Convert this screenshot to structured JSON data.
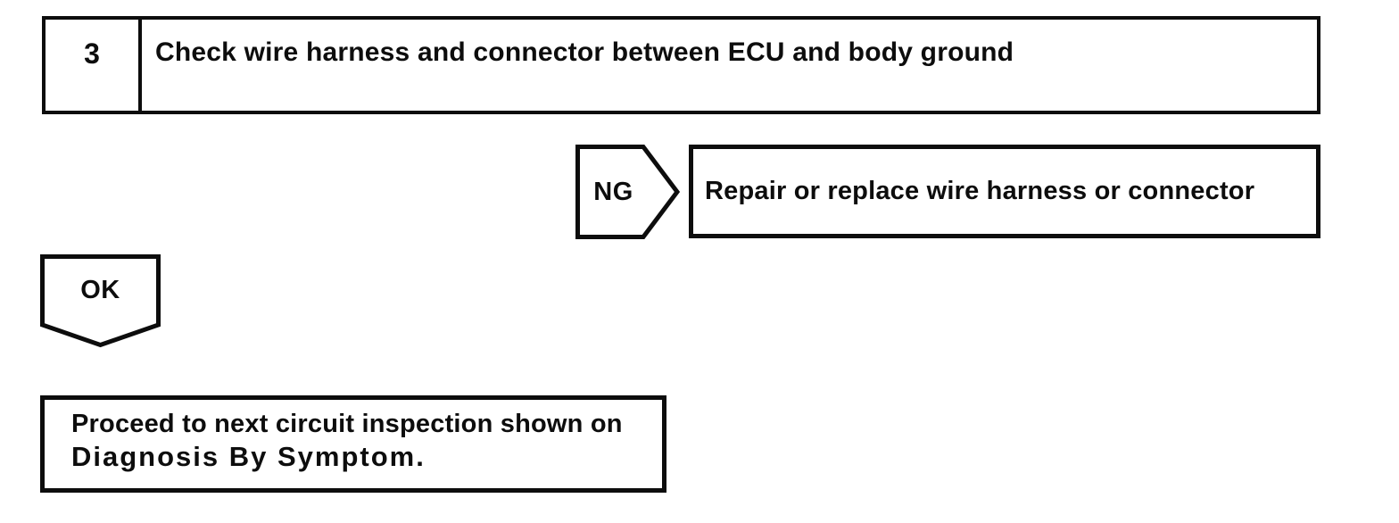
{
  "step": {
    "number": "3",
    "title": "Check wire harness and connector between ECU and body ground"
  },
  "ng_branch": {
    "label": "NG",
    "action": "Repair or replace wire harness or connector"
  },
  "ok_branch": {
    "label": "OK",
    "action_line1": "Proceed to next circuit inspection shown on",
    "action_line2": "Diagnosis By Symptom."
  },
  "colors": {
    "line": "#0d0d0d",
    "text": "#0d0d0d",
    "background": "#ffffff"
  }
}
